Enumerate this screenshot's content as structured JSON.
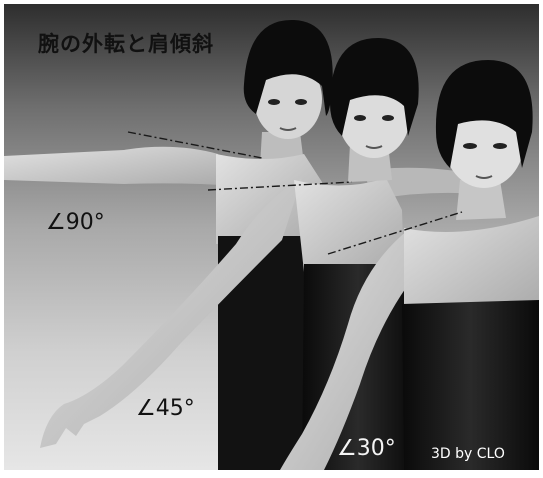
{
  "title": "腕の外転と肩傾斜",
  "angles": {
    "a90": "∠90°",
    "a45": "∠45°",
    "a30": "∠30°"
  },
  "credit": "3D by CLO",
  "colors": {
    "background_top": "#2e2e2e",
    "background_bottom": "#e6e6e6",
    "dress": "#141414",
    "hair": "#0c0c0c",
    "skin": "#c9c9c9",
    "guide_line": "#1a1a1a"
  }
}
